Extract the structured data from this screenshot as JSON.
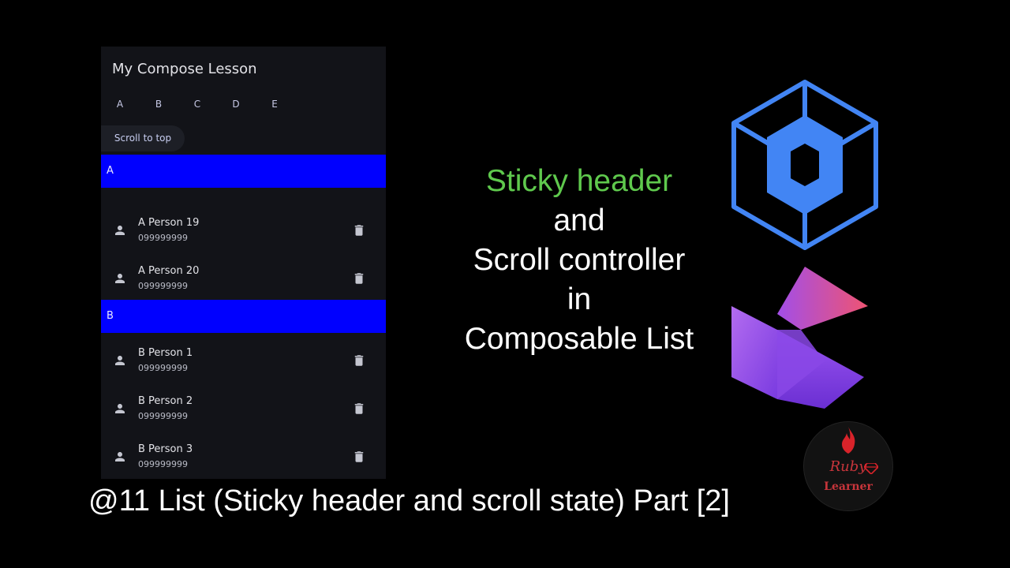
{
  "app": {
    "title": "My Compose Lesson",
    "tabs": [
      "A",
      "B",
      "C",
      "D",
      "E"
    ],
    "scroll_to_top_label": "Scroll to top"
  },
  "list": {
    "sticky_header": "A",
    "partial_phone": "099999999",
    "rows_a": [
      {
        "name": "A Person 19",
        "phone": "099999999"
      },
      {
        "name": "A Person 20",
        "phone": "099999999"
      }
    ],
    "header_b": "B",
    "rows_b": [
      {
        "name": "B Person 1",
        "phone": "099999999"
      },
      {
        "name": "B Person 2",
        "phone": "099999999"
      },
      {
        "name": "B Person 3",
        "phone": "099999999"
      }
    ]
  },
  "promo": {
    "line1": "Sticky header",
    "line2": "and",
    "line3": "Scroll controller",
    "line4": "in",
    "line5": "Composable List"
  },
  "bottom_title": "@11 List (Sticky header and scroll state) Part [2]",
  "ruby_logo": {
    "line1": "Ruby",
    "line2": "Learner"
  },
  "colors": {
    "header_blue": "#0000ff",
    "accent_green": "#5fc94d",
    "ruby_red": "#c8353b"
  },
  "icons": {
    "row_icon": "person-icon",
    "row_action": "delete-icon"
  }
}
